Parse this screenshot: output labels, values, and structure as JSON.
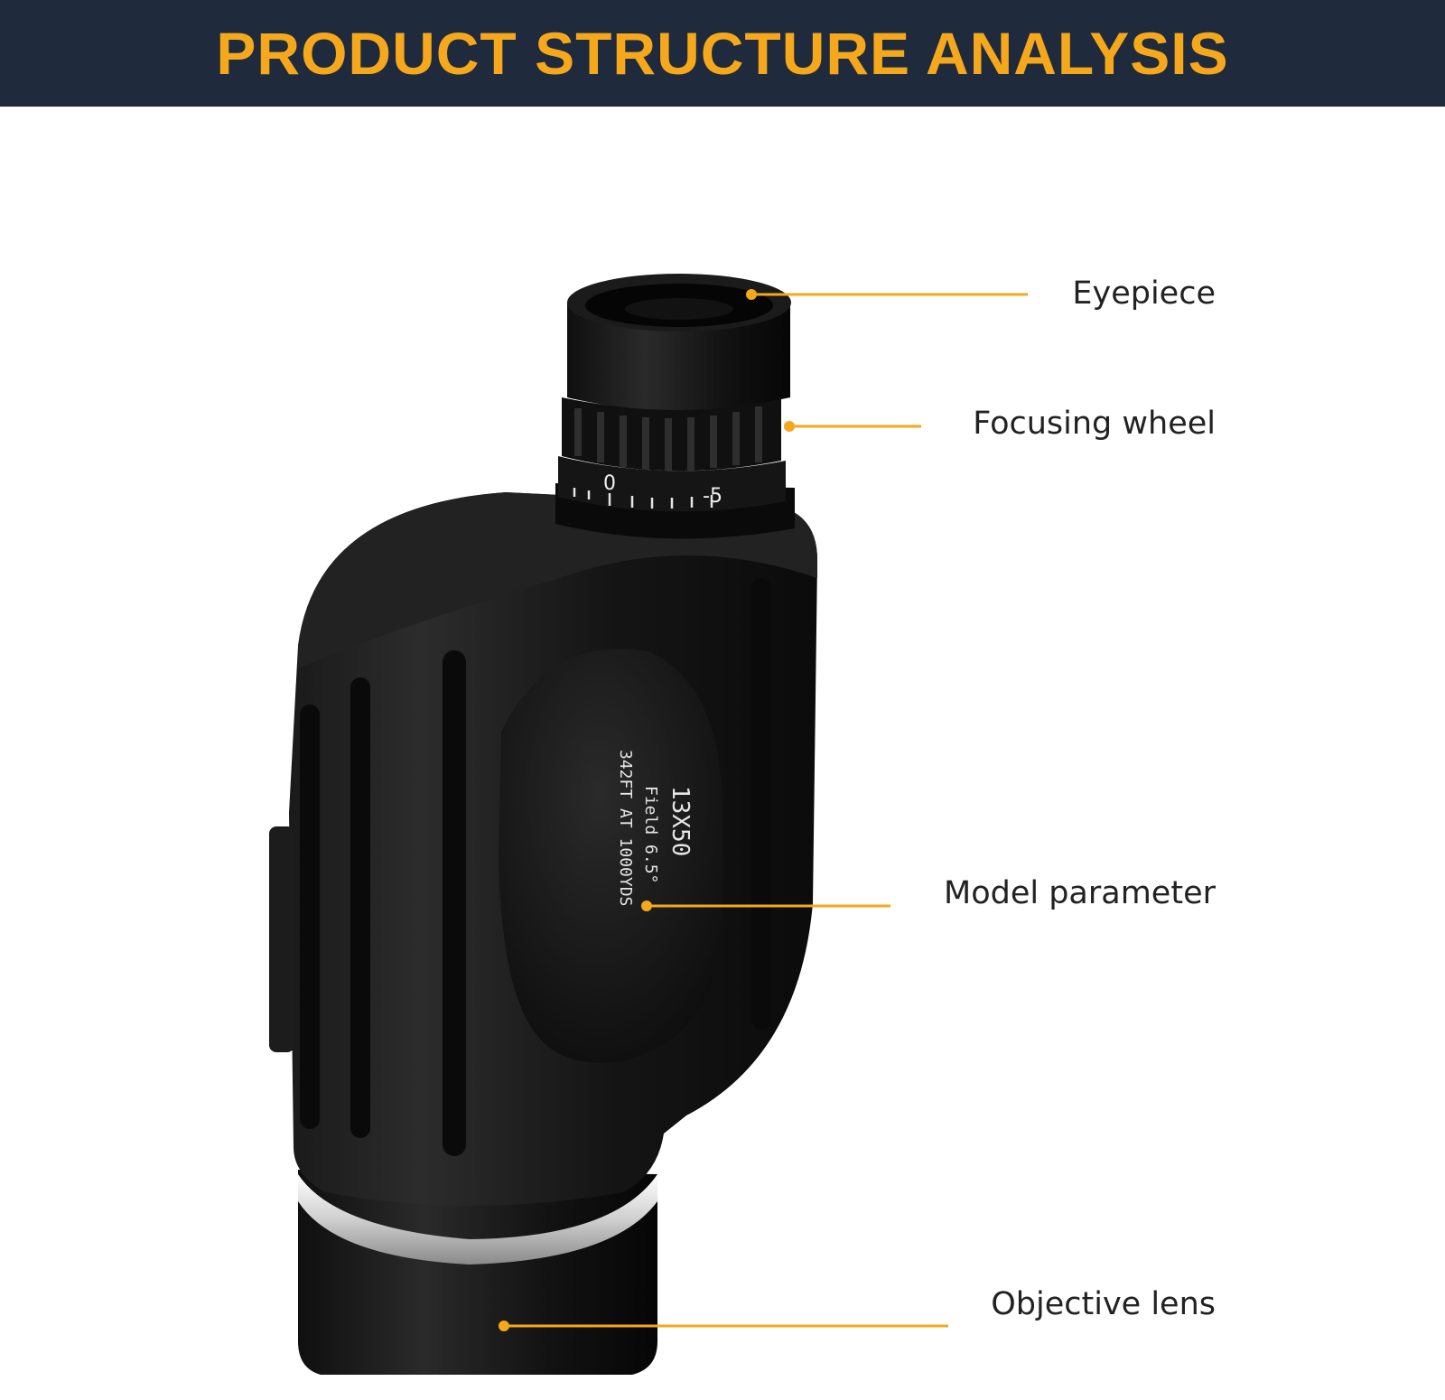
{
  "header": {
    "title": "PRODUCT STRUCTURE ANALYSIS"
  },
  "colors": {
    "header_bg": "#1f2a3c",
    "accent": "#f5a81c",
    "body": "#111111"
  },
  "callouts": {
    "eyepiece": "Eyepiece",
    "focusing_wheel": "Focusing wheel",
    "model_parameter": "Model parameter",
    "objective_lens": "Objective lens"
  },
  "product": {
    "dial_zero": "0",
    "dial_minus5": "-5",
    "spec_line1": "13X50",
    "spec_line2": "Field 6.5°",
    "spec_line3": "342FT AT 1000YDS"
  }
}
